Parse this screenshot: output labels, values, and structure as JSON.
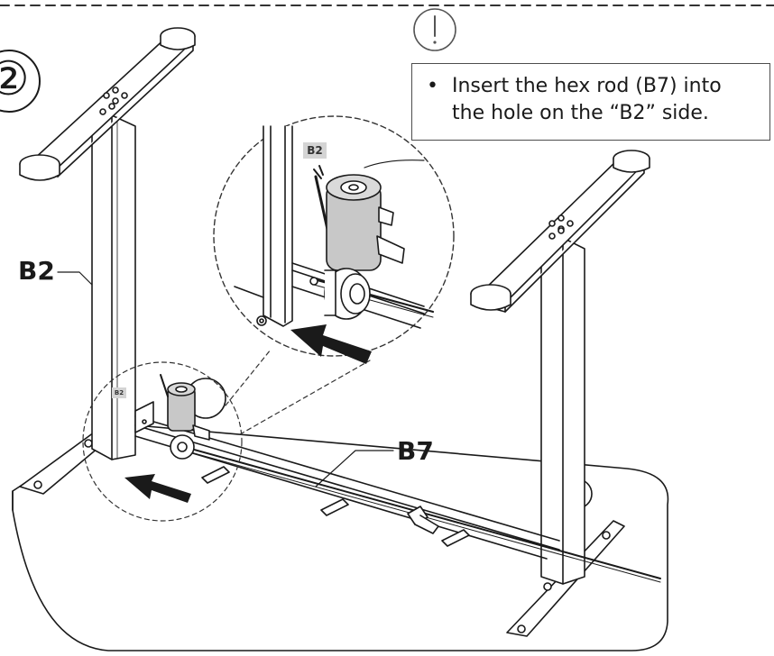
{
  "step": {
    "number": "②"
  },
  "notice": {
    "icon": "exclamation-circle-icon",
    "bullet": "•",
    "lines": [
      "Insert the hex rod (B7) into",
      "the hole on the  “B2”  side."
    ]
  },
  "labels": {
    "b2_leg": "B2",
    "b7_rod": "B7",
    "b2_tag_detail": "B2",
    "b2_tag_small": "B2"
  },
  "colors": {
    "line": "#1a1a1a",
    "fill": "#ffffff",
    "motor": "#c8c8c8",
    "arrow": "#1a1a1a",
    "tag": "#d4d4d4"
  }
}
